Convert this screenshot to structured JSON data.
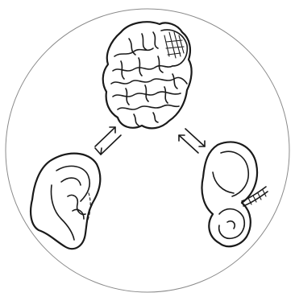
{
  "diagram": {
    "ink_color": "#1a1a1a",
    "frame_color": "#8a8a8a",
    "background": "#ffffff",
    "nodes": [
      {
        "id": "brain",
        "icon": "brain-icon"
      },
      {
        "id": "ear",
        "icon": "ear-icon"
      },
      {
        "id": "inner-ear",
        "icon": "inner-ear-icon"
      }
    ],
    "links": [
      {
        "from": "ear",
        "to": "brain",
        "type": "bidirectional",
        "icon": "double-arrow-icon"
      },
      {
        "from": "brain",
        "to": "inner-ear",
        "type": "bidirectional",
        "icon": "double-arrow-icon"
      }
    ]
  }
}
